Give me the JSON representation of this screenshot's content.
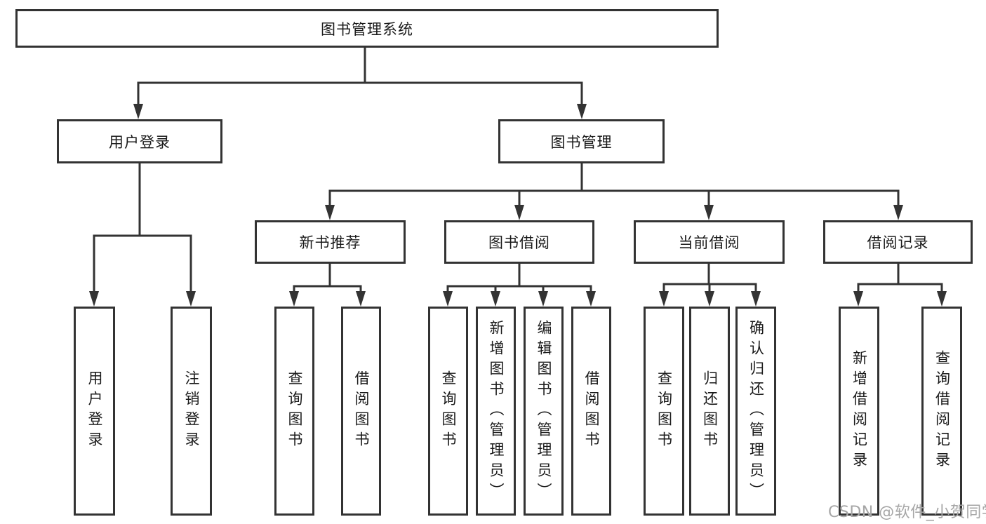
{
  "diagram": {
    "root": {
      "label": "图书管理系统",
      "children": [
        {
          "label": "用户登录",
          "children": [
            {
              "label": "用户登录"
            },
            {
              "label": "注销登录"
            }
          ]
        },
        {
          "label": "图书管理",
          "children": [
            {
              "label": "新书推荐",
              "children": [
                {
                  "label": "查询图书"
                },
                {
                  "label": "借阅图书"
                }
              ]
            },
            {
              "label": "图书借阅",
              "children": [
                {
                  "label": "查询图书"
                },
                {
                  "label": "新增图书（管理员）"
                },
                {
                  "label": "编辑图书（管理员）"
                },
                {
                  "label": "借阅图书"
                }
              ]
            },
            {
              "label": "当前借阅",
              "children": [
                {
                  "label": "查询图书"
                },
                {
                  "label": "归还图书"
                },
                {
                  "label": "确认归还（管理员）"
                }
              ]
            },
            {
              "label": "借阅记录",
              "children": [
                {
                  "label": "新增借阅记录"
                },
                {
                  "label": "查询借阅记录"
                }
              ]
            }
          ]
        }
      ]
    },
    "line_color": "#333333",
    "box_background": "#ffffff"
  },
  "watermark": {
    "label": "CSDN @软件_小贺同学"
  }
}
